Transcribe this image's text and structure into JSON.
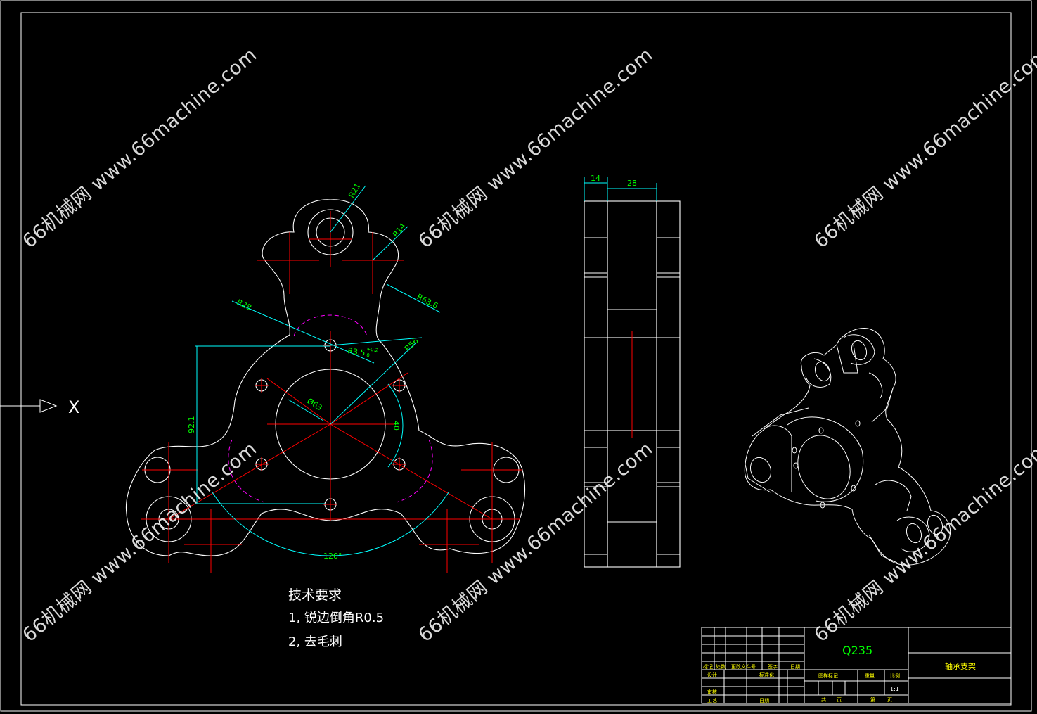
{
  "view_marker": "X",
  "dimensions": {
    "r21": "R21",
    "r14": "R14",
    "r63_6": "R63.6",
    "r28": "R28",
    "r3_5": "R3.5",
    "r3_5_tol_upper": "+0.2",
    "r3_5_tol_lower": "0",
    "r56": "R56",
    "phi63": "Ø63",
    "d92_1": "92.1",
    "d40": "40",
    "angle120": "120°",
    "w14": "14",
    "w28": "28"
  },
  "notes": {
    "title": "技术要求",
    "item1": "1, 锐边倒角R0.5",
    "item2": "2, 去毛刺"
  },
  "title_block": {
    "material": "Q235",
    "part_name": "轴承支架",
    "scale": "1:1",
    "cells": {
      "mark": "标记",
      "count": "处数",
      "change_doc": "更改文件号",
      "sign": "签字",
      "date": "日期",
      "designer": "设计",
      "standardize": "标准化",
      "stage_mark": "图样标记",
      "weight": "重量",
      "ratio": "比例",
      "review": "审核",
      "process": "工艺",
      "date2": "日期",
      "total": "共",
      "page": "页",
      "sheet": "第",
      "page2": "页"
    }
  },
  "watermark": "66机械网 www.66machine.com",
  "colors": {
    "background": "#000000",
    "outline": "#ffffff",
    "centerline": "#ff0000",
    "dimension": "#00ffff",
    "dim_text": "#00ff00",
    "hidden": "#ff00ff"
  }
}
